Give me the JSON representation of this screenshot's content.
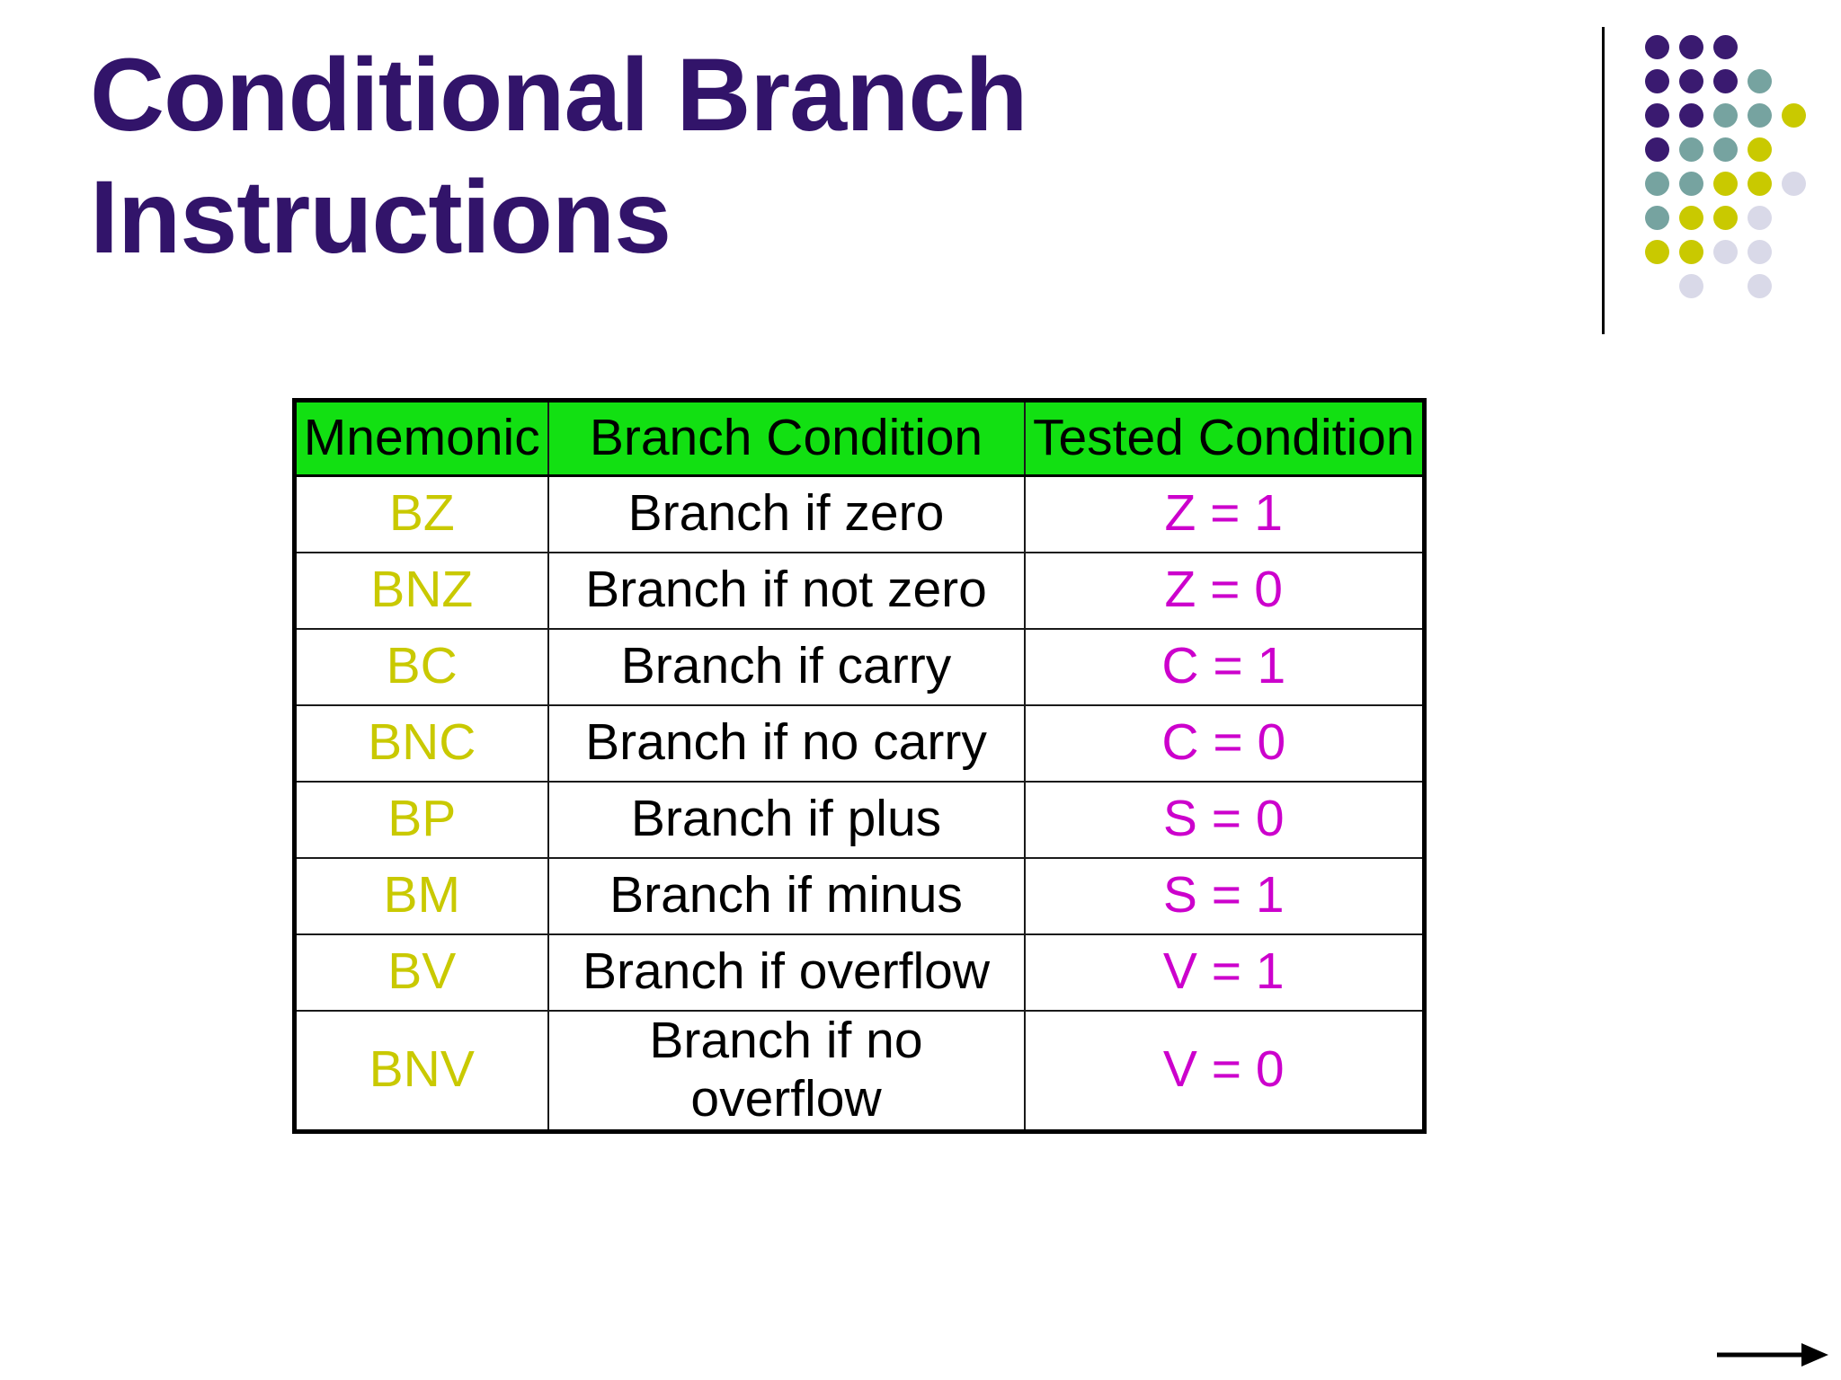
{
  "slide": {
    "title": "Conditional Branch\nInstructions",
    "title_color": "#32146A",
    "background_color": "#FFFFFF"
  },
  "table": {
    "headers": [
      "Mnemonic",
      "Branch Condition",
      "Tested Condition"
    ],
    "rows": [
      {
        "mnemonic": "BZ",
        "condition": "Branch if zero",
        "tested": "Z = 1"
      },
      {
        "mnemonic": "BNZ",
        "condition": "Branch if not zero",
        "tested": "Z = 0"
      },
      {
        "mnemonic": "BC",
        "condition": "Branch if carry",
        "tested": "C = 1"
      },
      {
        "mnemonic": "BNC",
        "condition": "Branch if no carry",
        "tested": "C = 0"
      },
      {
        "mnemonic": "BP",
        "condition": "Branch if plus",
        "tested": "S = 0"
      },
      {
        "mnemonic": "BM",
        "condition": "Branch if minus",
        "tested": "S = 1"
      },
      {
        "mnemonic": "BV",
        "condition": "Branch if overflow",
        "tested": "V = 1"
      },
      {
        "mnemonic": "BNV",
        "condition": "Branch if no overflow",
        "tested": "V = 0"
      }
    ],
    "colors": {
      "header_bg": "#12E012",
      "header_text": "#000000",
      "mnemonic_text": "#C9C900",
      "condition_text": "#000000",
      "tested_text": "#CC00CC",
      "border": "#000000"
    }
  },
  "decoration": {
    "rule_color": "#000000",
    "dot_colors": {
      "p": "#3A1A70",
      "t": "#76A3A0",
      "y": "#C9C900",
      "l": "#D9D9E8"
    },
    "dot_grid": [
      [
        "p",
        "p",
        "p",
        "",
        ""
      ],
      [
        "p",
        "p",
        "p",
        "t",
        ""
      ],
      [
        "p",
        "p",
        "t",
        "t",
        "y"
      ],
      [
        "p",
        "t",
        "t",
        "y",
        ""
      ],
      [
        "t",
        "t",
        "y",
        "y",
        "l"
      ],
      [
        "t",
        "y",
        "y",
        "l",
        ""
      ],
      [
        "y",
        "y",
        "l",
        "l",
        ""
      ],
      [
        "",
        "l",
        "",
        "l",
        ""
      ]
    ]
  },
  "nav": {
    "next_arrow_icon": "next-arrow-icon",
    "arrow_color": "#000000"
  }
}
